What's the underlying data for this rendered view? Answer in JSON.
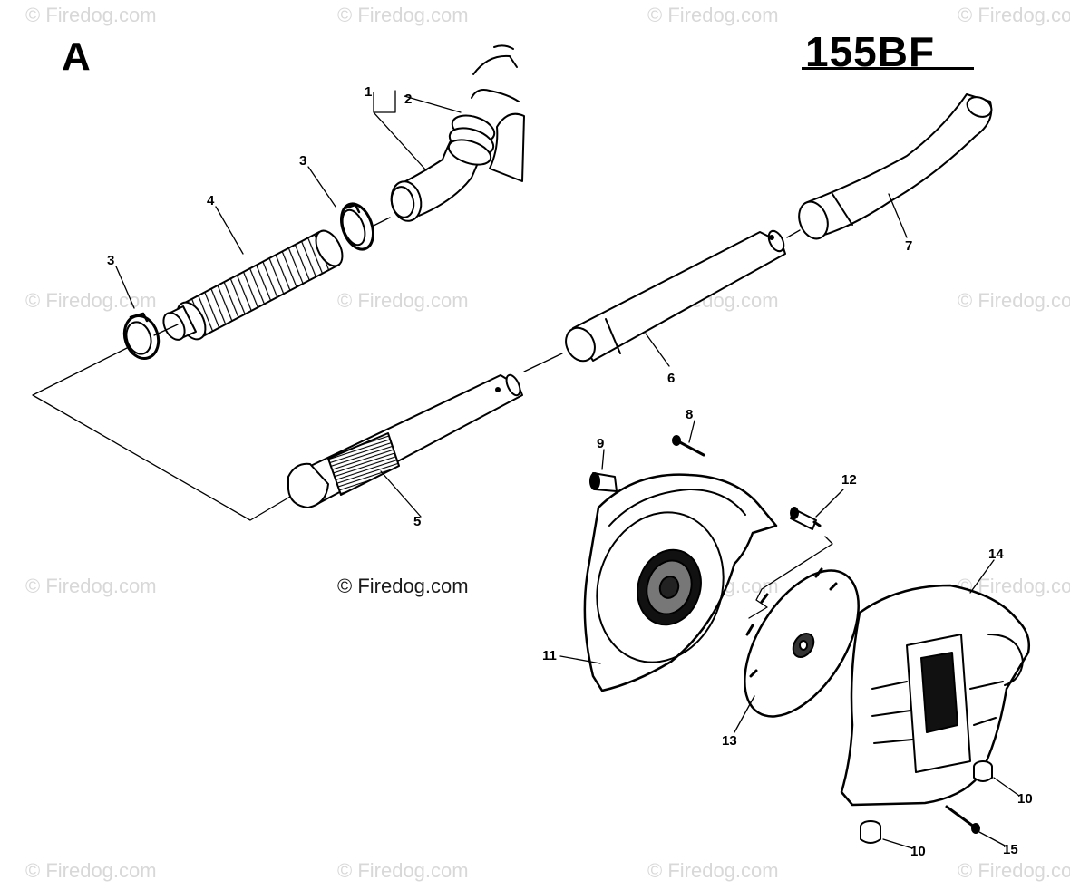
{
  "section_letter": "A",
  "model": "155BF",
  "watermark": "© Firedog.com",
  "center_credit": "© Firedog.com",
  "callouts": [
    "1",
    "2",
    "3",
    "3",
    "4",
    "5",
    "6",
    "7",
    "8",
    "9",
    "10",
    "10",
    "11",
    "12",
    "13",
    "14",
    "15"
  ]
}
